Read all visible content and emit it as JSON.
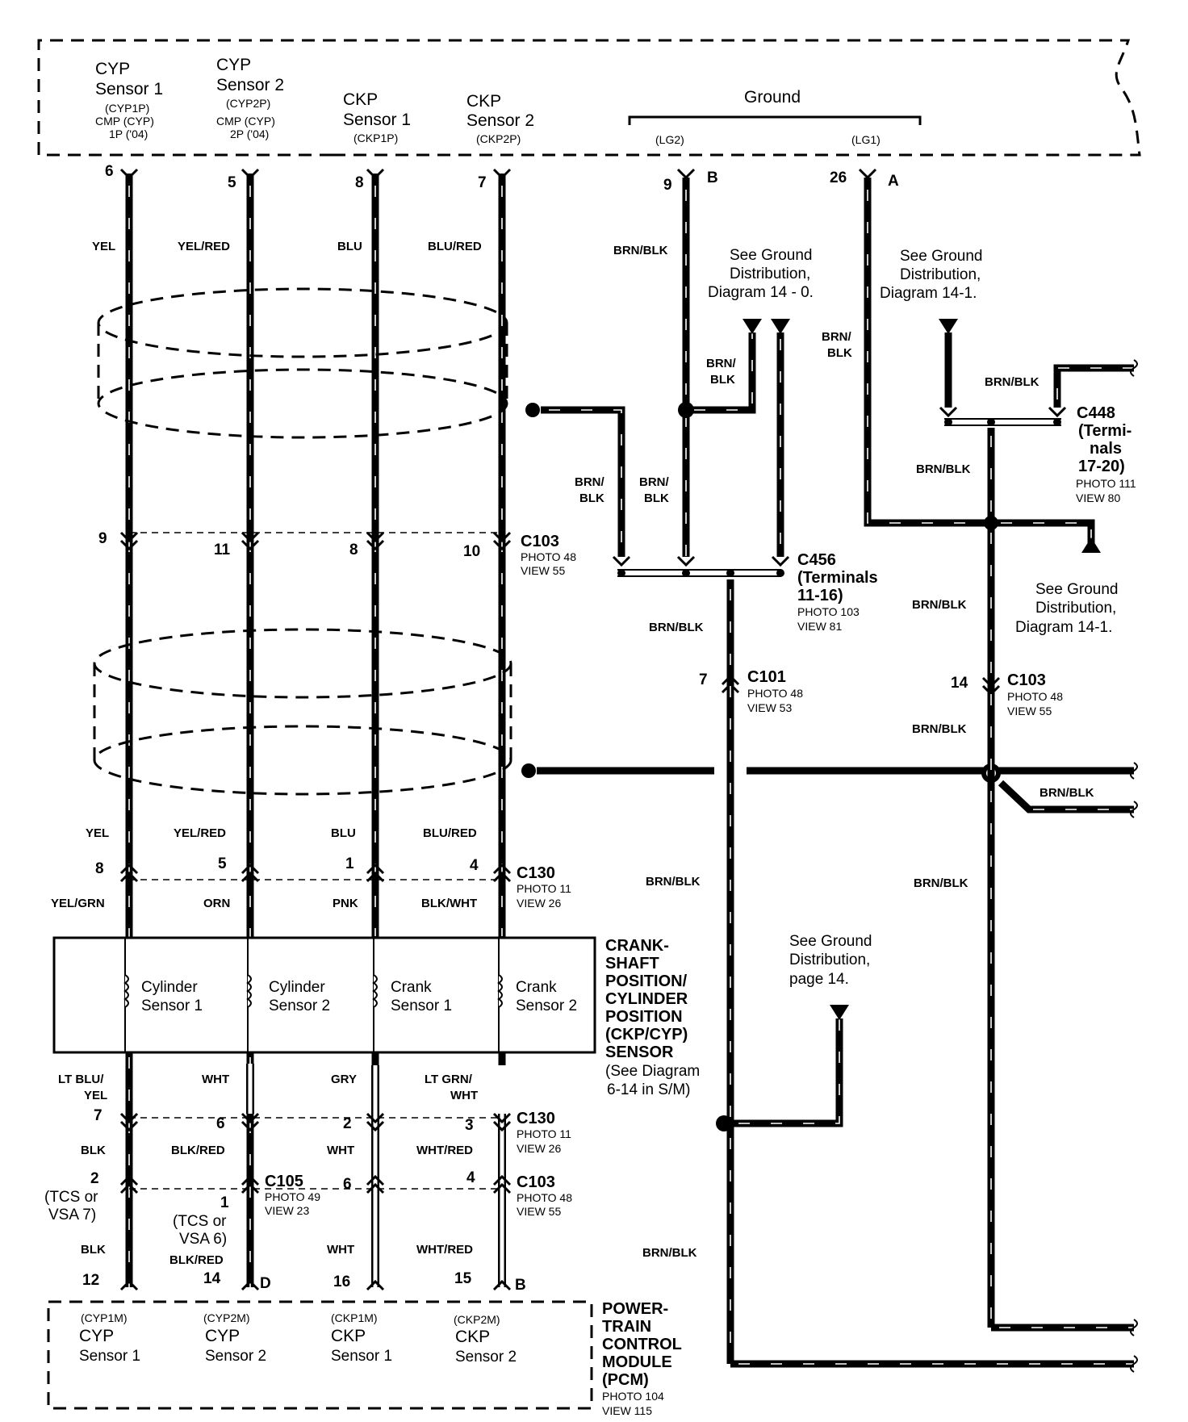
{
  "top_component": {
    "sensors": [
      {
        "title1": "CYP",
        "title2": "Sensor 1",
        "sub": [
          "(CYP1P)",
          "CMP (CYP)",
          "1P ('04)"
        ]
      },
      {
        "title1": "CYP",
        "title2": "Sensor 2",
        "sub": [
          "(CYP2P)",
          "CMP (CYP)",
          "2P ('04)"
        ]
      },
      {
        "title1": "CKP",
        "title2": "Sensor 1",
        "sub": [
          "(CKP1P)"
        ]
      },
      {
        "title1": "CKP",
        "title2": "Sensor 2",
        "sub": [
          "(CKP2P)"
        ]
      }
    ],
    "ground_label": "Ground",
    "lg2": "(LG2)",
    "lg1": "(LG1)"
  },
  "pins_top": [
    "6",
    "5",
    "8",
    "7",
    "9",
    "26"
  ],
  "pin_letters_top": [
    "B",
    "A"
  ],
  "wire_colors_top": [
    "YEL",
    "YEL/RED",
    "BLU",
    "BLU/RED"
  ],
  "wire_colors_mid": [
    "YEL",
    "YEL/RED",
    "BLU",
    "BLU/RED"
  ],
  "ground_notes": {
    "g1": [
      "See Ground",
      "Distribution,",
      "Diagram 14 - 0."
    ],
    "g2": [
      "See Ground",
      "Distribution,",
      "Diagram 14-1."
    ],
    "g3": [
      "See Ground",
      "Distribution,",
      "Diagram 14-1."
    ],
    "g4": [
      "See Ground",
      "Distribution,",
      "page 14."
    ]
  },
  "brn_blk": "BRN/BLK",
  "brn_split": [
    "BRN/",
    "BLK"
  ],
  "connectors": {
    "c103a": {
      "name": "C103",
      "photo": "PHOTO 48",
      "view": "VIEW 55",
      "pins": [
        "9",
        "11",
        "8",
        "10"
      ]
    },
    "c456": {
      "name": "C456",
      "extra": [
        "(Terminals",
        "11-16)"
      ],
      "photo": "PHOTO 103",
      "view": "VIEW 81"
    },
    "c448": {
      "name": "C448",
      "extra": [
        "(Termi-",
        "nals",
        "17-20)"
      ],
      "photo": "PHOTO 111",
      "view": "VIEW 80"
    },
    "c101": {
      "name": "C101",
      "photo": "PHOTO 48",
      "view": "VIEW 53",
      "pin": "7"
    },
    "c103b": {
      "name": "C103",
      "photo": "PHOTO 48",
      "view": "VIEW 55",
      "pin": "14"
    },
    "c130a": {
      "name": "C130",
      "photo": "PHOTO 11",
      "view": "VIEW 26",
      "pins": [
        "8",
        "5",
        "1",
        "4"
      ]
    },
    "c130b": {
      "name": "C130",
      "photo": "PHOTO 11",
      "view": "VIEW 26",
      "pins": [
        "7",
        "6",
        "2",
        "3"
      ]
    },
    "c105": {
      "name": "C105",
      "photo": "PHOTO 49",
      "view": "VIEW 23",
      "pin": "1",
      "note": [
        "(TCS or",
        "VSA 6)"
      ]
    },
    "c103c": {
      "name": "C103",
      "photo": "PHOTO 48",
      "view": "VIEW 55",
      "pins": [
        "6",
        "4"
      ]
    },
    "c_tcs7": {
      "pin": "2",
      "note": [
        "(TCS or",
        "VSA 7)"
      ]
    }
  },
  "sensor_colors_upper": [
    "YEL/GRN",
    "ORN",
    "PNK",
    "BLK/WHT"
  ],
  "sensor_box": {
    "cells": [
      [
        "Cylinder",
        "Sensor 1"
      ],
      [
        "Cylinder",
        "Sensor 2"
      ],
      [
        "Crank",
        "Sensor 1"
      ],
      [
        "Crank",
        "Sensor 2"
      ]
    ],
    "title": [
      "CRANK-",
      "SHAFT",
      "POSITION/",
      "CYLINDER",
      "POSITION",
      "(CKP/CYP)",
      "SENSOR"
    ],
    "see": [
      "(See Diagram",
      "6-14 in S/M)"
    ]
  },
  "sensor_colors_lower": {
    "c1": [
      "LT BLU/",
      "YEL"
    ],
    "c2": "WHT",
    "c3": "GRY",
    "c4": [
      "LT  GRN/",
      "WHT"
    ]
  },
  "lower_colors": [
    "BLK",
    "BLK/RED",
    "WHT",
    "WHT/RED"
  ],
  "bottom_colors": [
    "BLK",
    "BLK/RED",
    "WHT",
    "WHT/RED"
  ],
  "pcm_pins": [
    "12",
    "14",
    "16",
    "15"
  ],
  "pcm_pin_letters": [
    "D",
    "B"
  ],
  "pcm": {
    "cells": [
      {
        "code": "(CYP1M)",
        "t1": "CYP",
        "t2": "Sensor 1"
      },
      {
        "code": "(CYP2M)",
        "t1": "CYP",
        "t2": "Sensor 2"
      },
      {
        "code": "(CKP1M)",
        "t1": "CKP",
        "t2": "Sensor 1"
      },
      {
        "code": "(CKP2M)",
        "t1": "CKP",
        "t2": "Sensor 2"
      }
    ],
    "title": [
      "POWER-",
      "TRAIN",
      "CONTROL",
      "MODULE",
      "(PCM)"
    ],
    "photo": "PHOTO 104",
    "view": "VIEW 115"
  }
}
